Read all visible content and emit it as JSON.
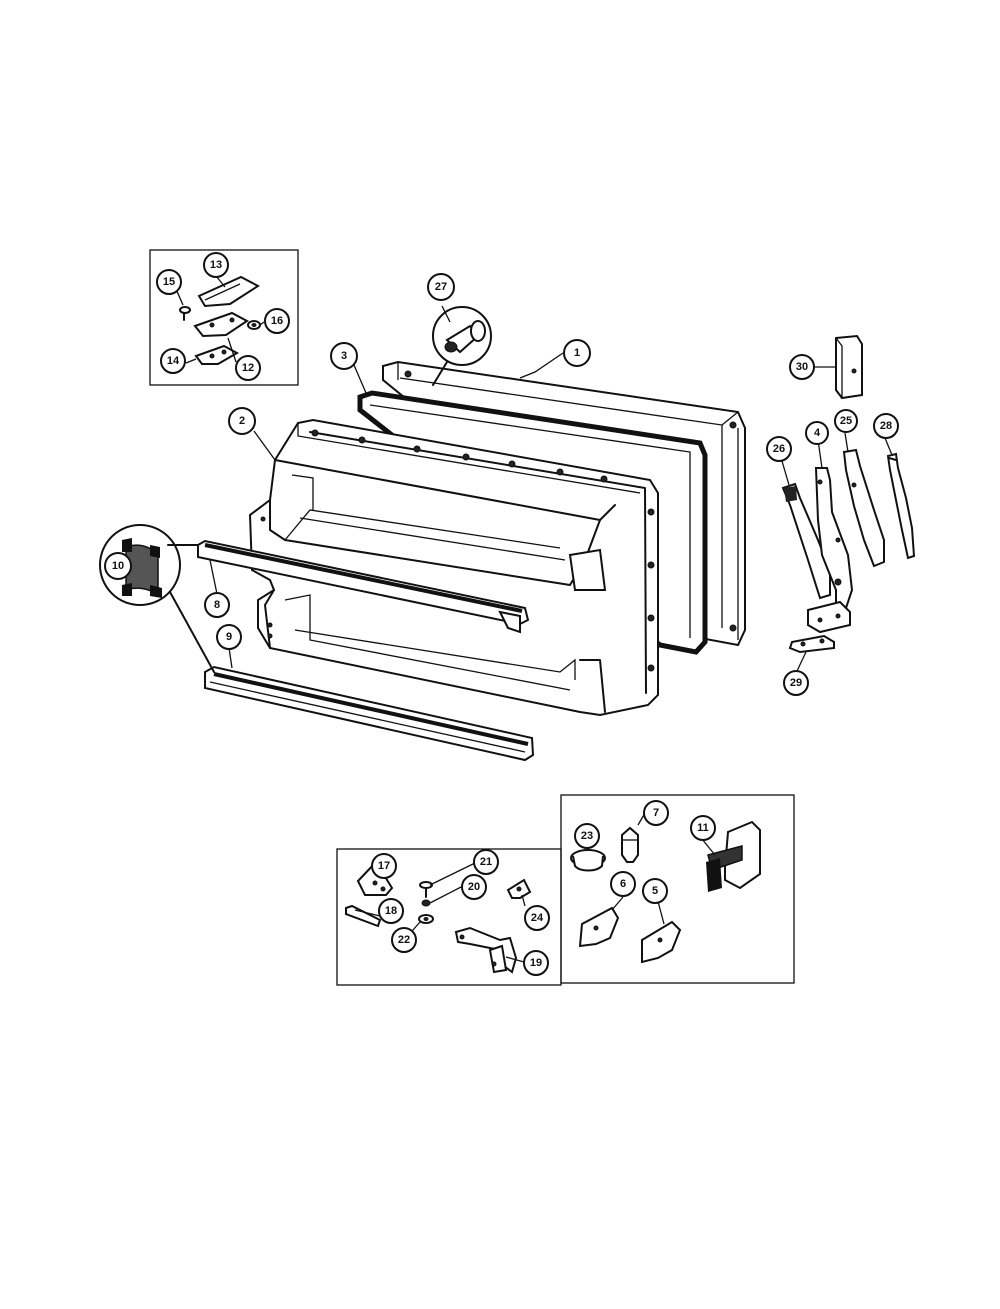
{
  "diagram": {
    "part_numbers": {
      "p1": "1",
      "p2": "2",
      "p3": "3",
      "p4": "4",
      "p5": "5",
      "p6": "6",
      "p7": "7",
      "p8": "8",
      "p9": "9",
      "p10": "10",
      "p11": "11",
      "p12": "12",
      "p13": "13",
      "p14": "14",
      "p15": "15",
      "p16": "16",
      "p17": "17",
      "p18": "18",
      "p19": "19",
      "p20": "20",
      "p21": "21",
      "p22": "22",
      "p23": "23",
      "p24": "24",
      "p25": "25",
      "p26": "26",
      "p27": "27",
      "p28": "28",
      "p29": "29",
      "p30": "30"
    }
  }
}
